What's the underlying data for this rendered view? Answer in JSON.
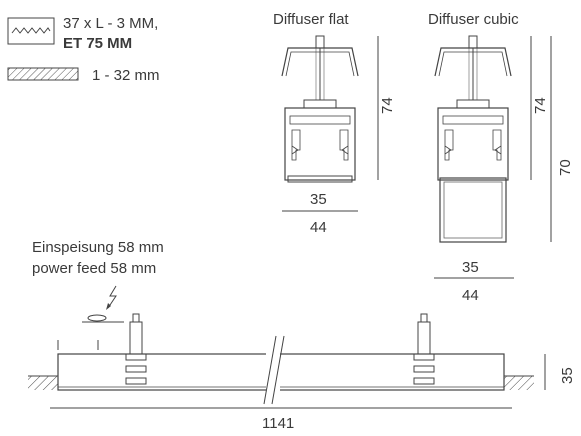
{
  "legend": {
    "saw_line1": "37 x L - 3 MM,",
    "saw_line2": "ET 75 MM",
    "hatch_range": "1 - 32 mm"
  },
  "profiles": {
    "flat": {
      "title": "Diffuser flat",
      "height_dim": "74",
      "inner_width": "35",
      "outer_width": "44"
    },
    "cubic": {
      "title": "Diffuser cubic",
      "height_dim": "74",
      "total_height": "70",
      "inner_width": "35",
      "outer_width": "44"
    }
  },
  "power_feed": {
    "label_de": "Einspeisung 58 mm",
    "label_en": "power feed 58 mm"
  },
  "bottom": {
    "length": "1141",
    "height": "35"
  }
}
